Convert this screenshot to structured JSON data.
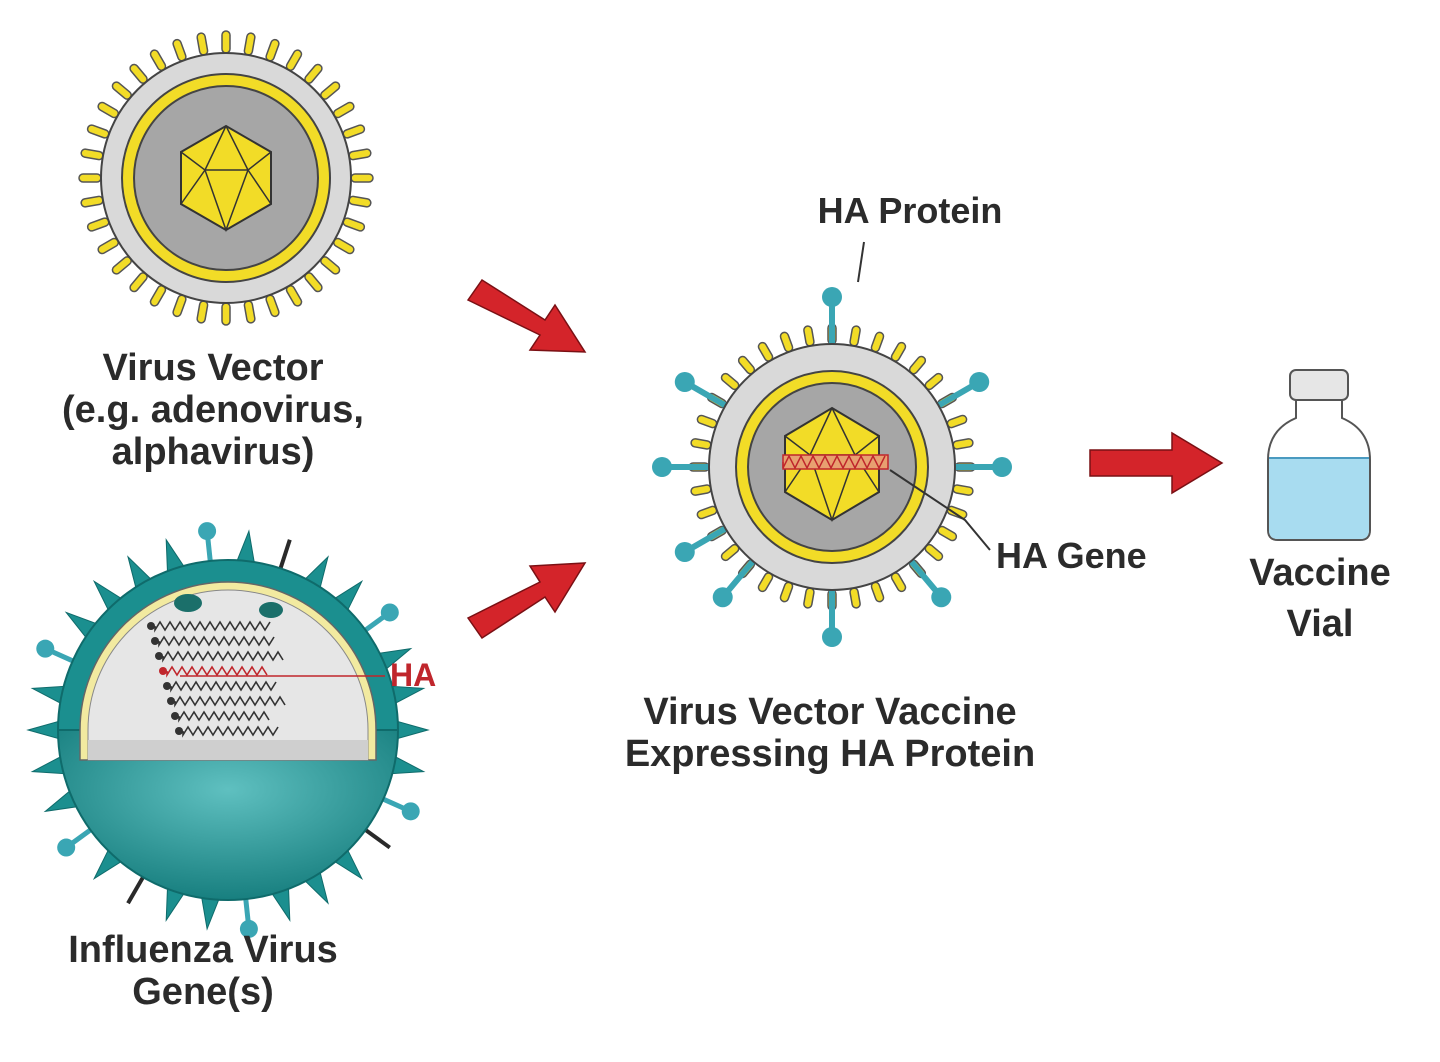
{
  "labels": {
    "vector_line1": "Virus Vector",
    "vector_line2": "(e.g. adenovirus,",
    "vector_line3": "alphavirus)",
    "influenza_line1": "Influenza Virus",
    "influenza_line2": "Gene(s)",
    "ha": "HA",
    "ha_protein": "HA Protein",
    "ha_gene": "HA Gene",
    "vaccine_line1": "Virus Vector Vaccine",
    "vaccine_line2": "Expressing HA Protein",
    "vial_line1": "Vaccine",
    "vial_line2": "Vial"
  },
  "colors": {
    "capsid_yellow": "#f2dc27",
    "shell_gray": "#d9d9d9",
    "core_gray": "#a6a6a6",
    "spike_teal": "#3aa6b4",
    "influenza_teal": "#1b8f8f",
    "arrow_red": "#d4242a",
    "ha_red": "#c0262c",
    "vial_liquid": "#a8dcf0"
  }
}
